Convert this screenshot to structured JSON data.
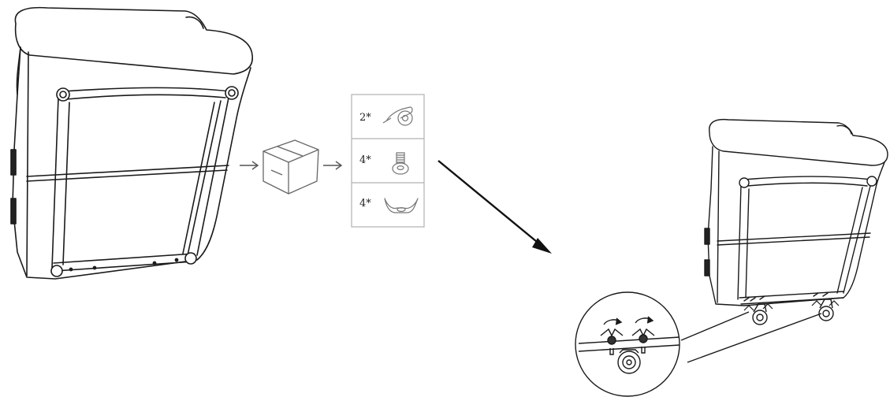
{
  "parts_panel": {
    "items": [
      {
        "quantity": "2*",
        "icon": "caster-wheel-icon"
      },
      {
        "quantity": "4*",
        "icon": "screw-bolt-icon"
      },
      {
        "quantity": "4*",
        "icon": "wing-nut-icon"
      }
    ]
  },
  "colors": {
    "line": "#1a1a1a",
    "panel_border": "#b0b0b0",
    "background": "#ffffff"
  }
}
